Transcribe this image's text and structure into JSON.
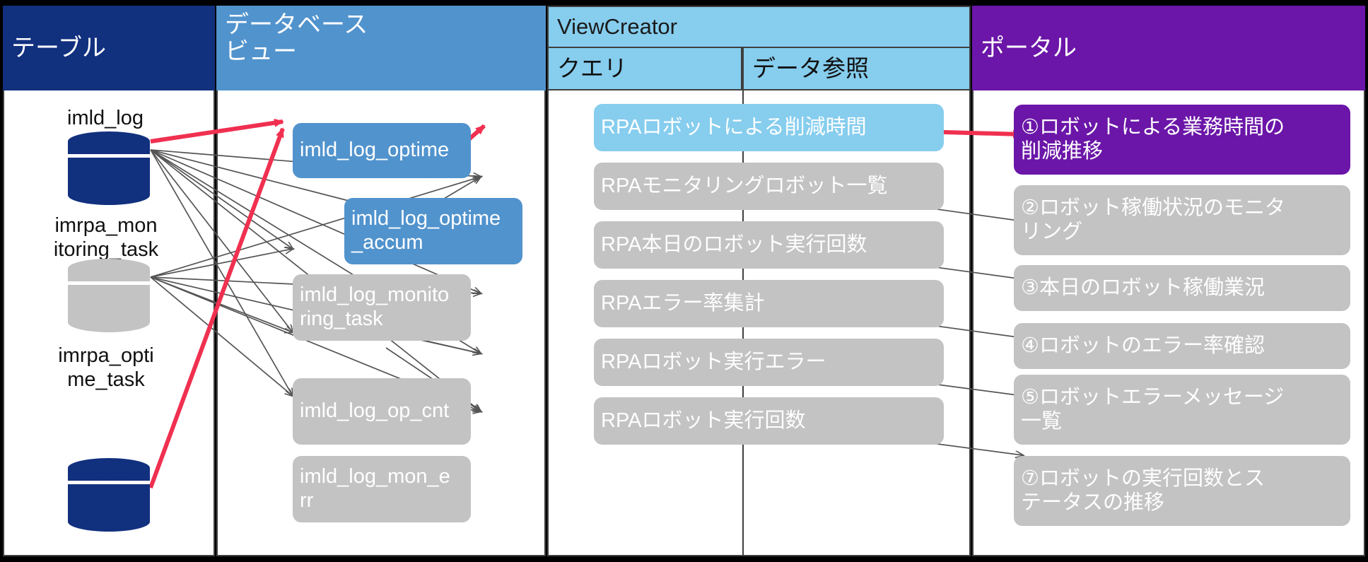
{
  "columns": {
    "table": {
      "title": "テーブル",
      "color": "#11307e"
    },
    "dbview": {
      "title": "データベース\nビュー",
      "title_line1": "データベース",
      "title_line2": "ビュー",
      "color": "#5193cd"
    },
    "viewcreator": {
      "title": "ViewCreator",
      "color": "#86cdee",
      "sub_query": "クエリ",
      "sub_dataref": "データ参照"
    },
    "portal": {
      "title": "ポータル",
      "color": "#6b16a8"
    }
  },
  "tables": [
    {
      "label": "imld_log",
      "style": "navy"
    },
    {
      "label": "imrpa_mon\nitoring_task",
      "line1": "imrpa_mon",
      "line2": "itoring_task",
      "style": "gray"
    },
    {
      "label": "imrpa_opti\nme_task",
      "line1": "imrpa_opti",
      "line2": "me_task",
      "style": "navy"
    }
  ],
  "views": [
    {
      "label": "imld_log_optime",
      "style": "blue"
    },
    {
      "label": "imld_log_optime\n_accum",
      "line1": "imld_log_optime",
      "line2": "_accum",
      "style": "blue"
    },
    {
      "label": "imld_log_monito\nring_task",
      "line1": "imld_log_monito",
      "line2": "ring_task",
      "style": "gray"
    },
    {
      "label": "imld_log_op_cnt",
      "style": "gray"
    },
    {
      "label": "imld_log_mon_e\nrr",
      "line1": "imld_log_mon_e",
      "line2": "rr",
      "style": "gray"
    }
  ],
  "queries": [
    {
      "label": "RPAロボットによる削減時間",
      "style": "lblue"
    },
    {
      "label": "RPAモニタリングロボット一覧",
      "style": "gray"
    },
    {
      "label": "RPA本日のロボット実行回数",
      "style": "gray"
    },
    {
      "label": "RPAエラー率集計",
      "style": "gray"
    },
    {
      "label": "RPAロボット実行エラー",
      "style": "gray"
    },
    {
      "label": "RPAロボット実行回数",
      "style": "gray"
    }
  ],
  "portal_items": [
    {
      "label": "①ロボットによる業務時間の削減推移",
      "line1": "①ロボットによる業務時間の",
      "line2": "削減推移",
      "style": "purple"
    },
    {
      "label": "②ロボット稼働状況のモニタリング",
      "line1": "②ロボット稼働状況のモニタ",
      "line2": "リング",
      "style": "gray"
    },
    {
      "label": "③本日のロボット稼働業況",
      "line1": "③本日のロボット稼働業況",
      "line2": "",
      "style": "gray"
    },
    {
      "label": "④ロボットのエラー率確認",
      "line1": "④ロボットのエラー率確認",
      "line2": "",
      "style": "gray"
    },
    {
      "label": "⑤ロボットエラーメッセージ一覧",
      "line1": "⑤ロボットエラーメッセージ",
      "line2": "一覧",
      "style": "gray"
    },
    {
      "label": "⑦ロボットの実行回数とステータスの推移",
      "line1": "⑦ロボットの実行回数とス",
      "line2": "テータスの推移",
      "style": "gray"
    }
  ],
  "colors": {
    "navy": "#11307e",
    "mid_blue": "#5193cd",
    "light_blue": "#86cdee",
    "purple": "#6b16a8",
    "gray": "#c3c3c3",
    "highlight_arrow": "#f03050",
    "link_line": "#555555"
  }
}
